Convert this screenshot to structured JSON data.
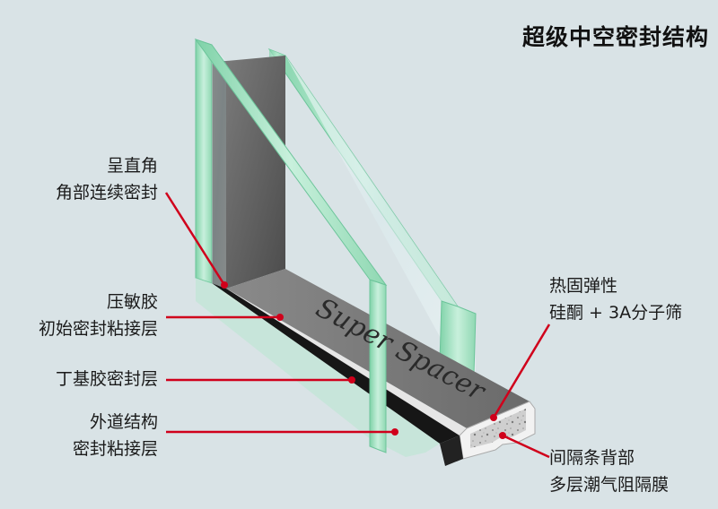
{
  "title": "超级中空密封结构",
  "brand": "Super Spacer",
  "labels": {
    "corner": {
      "line1": "呈直角",
      "line2": "角部连续密封"
    },
    "pressure": {
      "line1": "压敏胶",
      "line2": "初始密封粘接层"
    },
    "butyl": {
      "line1": "丁基胶密封层"
    },
    "outer": {
      "line1": "外道结构",
      "line2": "密封粘接层"
    },
    "silicone": {
      "line1": "热固弹性",
      "line2": "硅酮 + 3A分子筛"
    },
    "barrier": {
      "line1": "间隔条背部",
      "line2": "多层潮气阻隔膜"
    }
  },
  "colors": {
    "background": "#d9e3e6",
    "leader": "#d0001b",
    "glass_edge": "#9fe0bf",
    "glass_face": "#e8f4f2",
    "spacer": "#5a5a5a",
    "sealant": "#1a1a1a"
  }
}
